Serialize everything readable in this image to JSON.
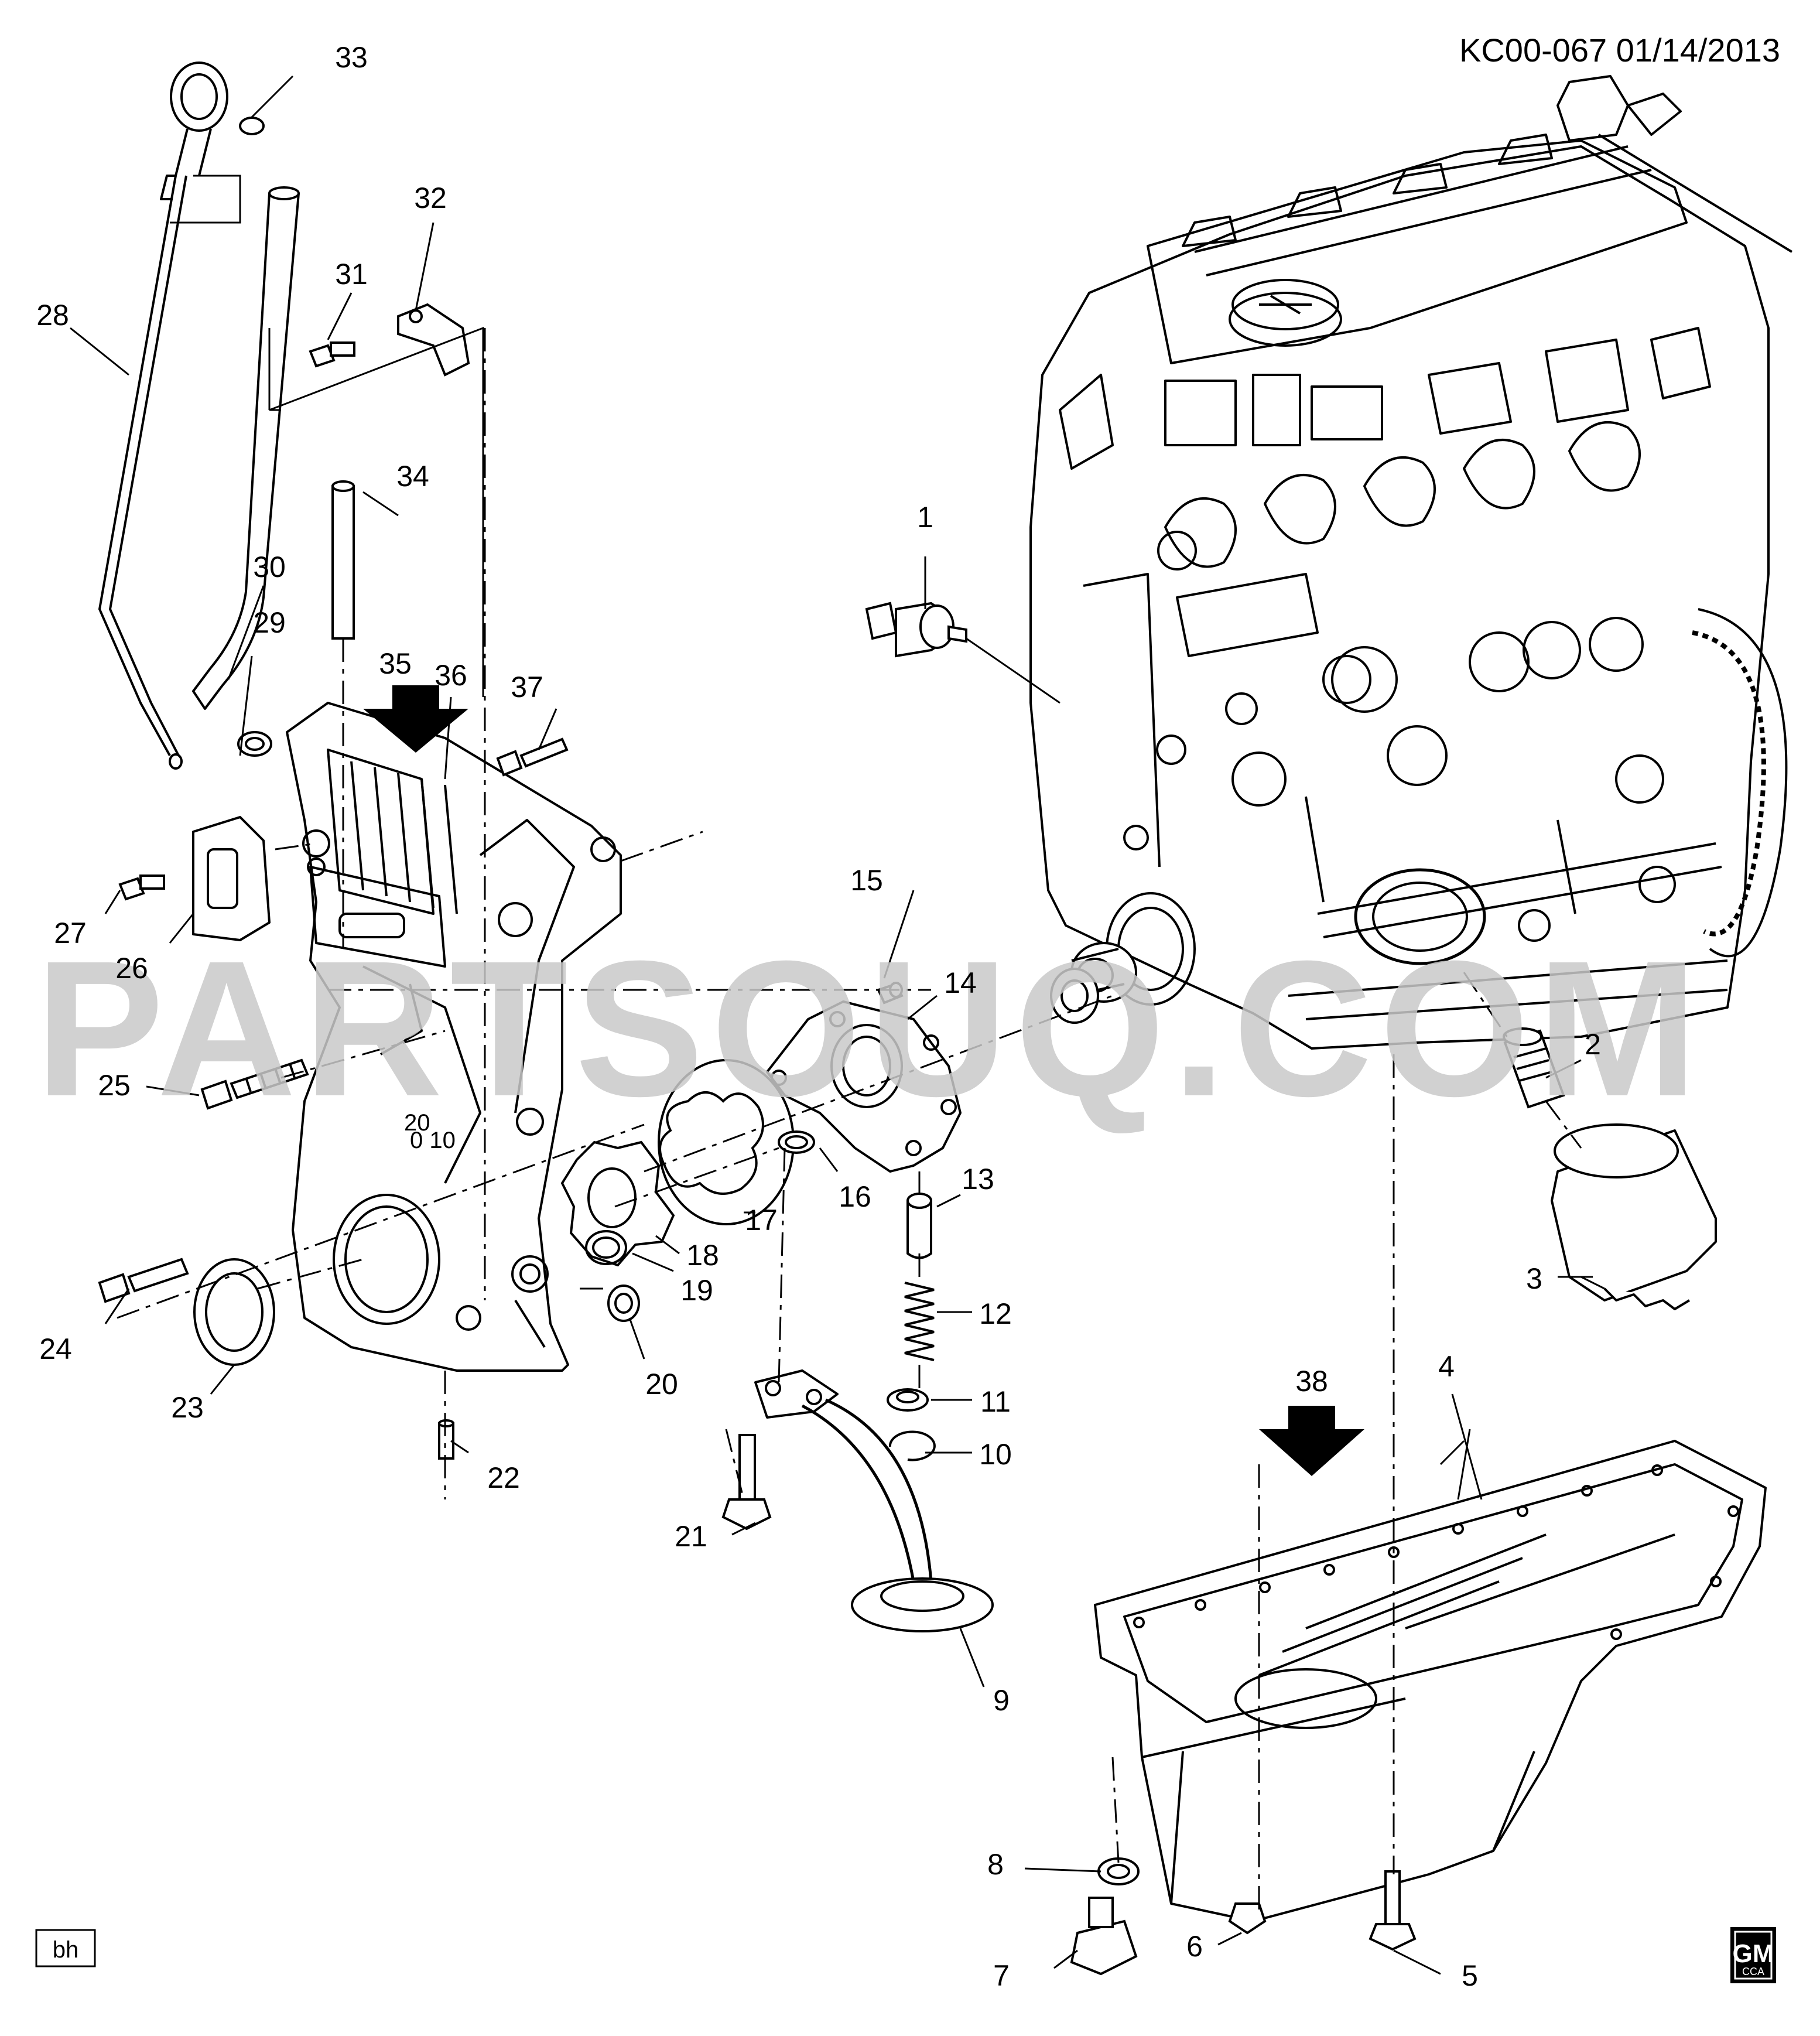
{
  "header": {
    "code_date": "KC00-067  01/14/2013"
  },
  "watermark": "PARTSOUQ.COM",
  "artist_mark": "bh",
  "logo": {
    "brand": "GM",
    "sub": "CCA"
  },
  "colors": {
    "ink": "#000000",
    "watermark": "#c9c9c9",
    "background": "#ffffff"
  },
  "arrows": {
    "cover": "35",
    "pan": "38"
  },
  "callouts": [
    "1",
    "2",
    "3",
    "4",
    "5",
    "6",
    "7",
    "8",
    "9",
    "10",
    "11",
    "12",
    "13",
    "14",
    "15",
    "16",
    "17",
    "18",
    "19",
    "20",
    "21",
    "22",
    "23",
    "24",
    "25",
    "26",
    "27",
    "28",
    "29",
    "30",
    "31",
    "32",
    "33",
    "34",
    "35",
    "36",
    "37",
    "38"
  ]
}
